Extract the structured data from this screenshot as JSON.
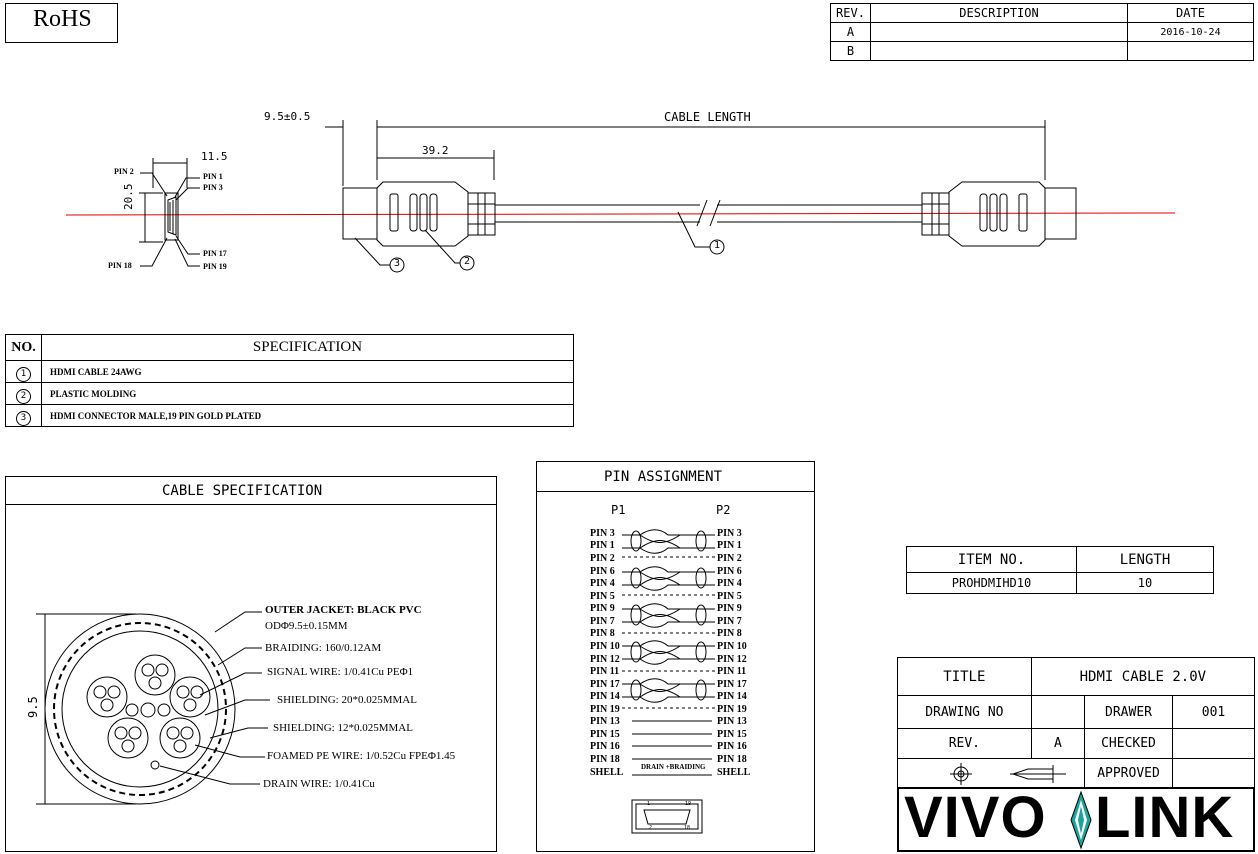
{
  "rohs": "RoHS",
  "revision_table": {
    "headers": [
      "REV.",
      "DESCRIPTION",
      "DATE"
    ],
    "rows": [
      {
        "rev": "A",
        "description": "",
        "date": "2016-10-24"
      },
      {
        "rev": "B",
        "description": "",
        "date": ""
      }
    ]
  },
  "connector_face": {
    "dim_width": "11.5",
    "dim_height": "20.5",
    "pin_2": "PIN 2",
    "pin_1": "PIN 1",
    "pin_3": "PIN 3",
    "pin_17": "PIN 17",
    "pin_18": "PIN 18",
    "pin_19": "PIN 19"
  },
  "cable_drawing": {
    "dim_head": "9.5±0.5",
    "dim_length": "CABLE LENGTH",
    "dim_body": "39.2",
    "callout_1": "1",
    "callout_2": "2",
    "callout_3": "3"
  },
  "specification": {
    "header_no": "NO.",
    "header_spec": "SPECIFICATION",
    "rows": [
      {
        "no": "1",
        "text": "HDMI CABLE 24AWG"
      },
      {
        "no": "2",
        "text": "PLASTIC MOLDING"
      },
      {
        "no": "3",
        "text": "HDMI CONNECTOR MALE,19 PIN GOLD PLATED"
      }
    ]
  },
  "cable_spec": {
    "title": "CABLE SPECIFICATION",
    "dim_diameter": "9.5",
    "labels": [
      "OUTER JACKET: BLACK PVC",
      "ODΦ9.5±0.15MM",
      "BRAIDING: 160/0.12AM",
      "SIGNAL WIRE: 1/0.41Cu PEΦ1",
      "SHIELDING: 20*0.025MMAL",
      "SHIELDING: 12*0.025MMAL",
      "FOAMED PE WIRE: 1/0.52Cu FPEΦ1.45",
      "DRAIN WIRE: 1/0.41Cu"
    ]
  },
  "pin_assignment": {
    "title": "PIN ASSIGNMENT",
    "p1": "P1",
    "p2": "P2",
    "pins": [
      "PIN 3",
      "PIN 1",
      "PIN 2",
      "PIN 6",
      "PIN 4",
      "PIN 5",
      "PIN 9",
      "PIN 7",
      "PIN 8",
      "PIN 10",
      "PIN 12",
      "PIN 11",
      "PIN 17",
      "PIN 14",
      "PIN 19",
      "PIN 13",
      "PIN 15",
      "PIN 16",
      "PIN 18",
      "SHELL"
    ],
    "drain_label": "DRAIN +BRAIDING",
    "conn_1": "1",
    "conn_19": "19",
    "conn_2": "2",
    "conn_18": "18"
  },
  "item_table": {
    "headers": [
      "ITEM NO.",
      "LENGTH"
    ],
    "item_no": "PROHDMIHD10",
    "length": "10"
  },
  "title_block": {
    "title_label": "TITLE",
    "title_value": "HDMI CABLE 2.0V",
    "drawing_no_label": "DRAWING NO",
    "drawing_no_value": "",
    "drawer_label": "DRAWER",
    "drawer_value": "001",
    "rev_label": "REV.",
    "rev_value": "A",
    "checked_label": "CHECKED",
    "checked_value": "",
    "approved_label": "APPROVED",
    "approved_value": ""
  },
  "logo": {
    "left": "VIVO",
    "right": "LINK",
    "accent": "#1aa39a"
  },
  "colors": {
    "center_line": "#e00000"
  }
}
